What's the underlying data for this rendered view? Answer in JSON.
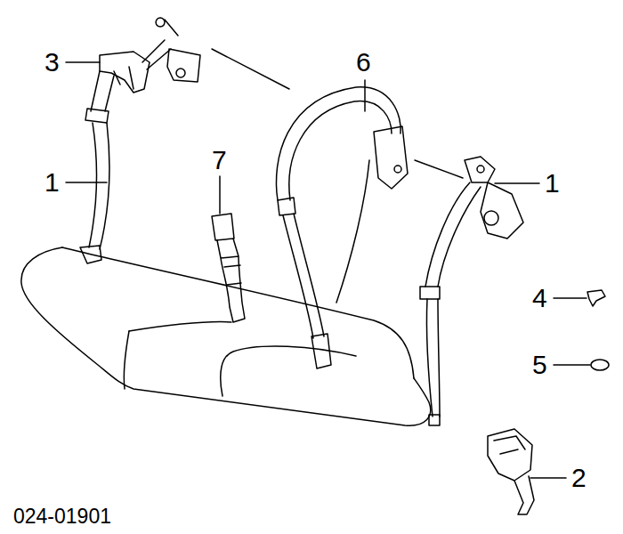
{
  "diagram": {
    "labels": [
      "3",
      "6",
      "1",
      "7",
      "1",
      "4",
      "5",
      "2",
      "024-01901"
    ]
  }
}
